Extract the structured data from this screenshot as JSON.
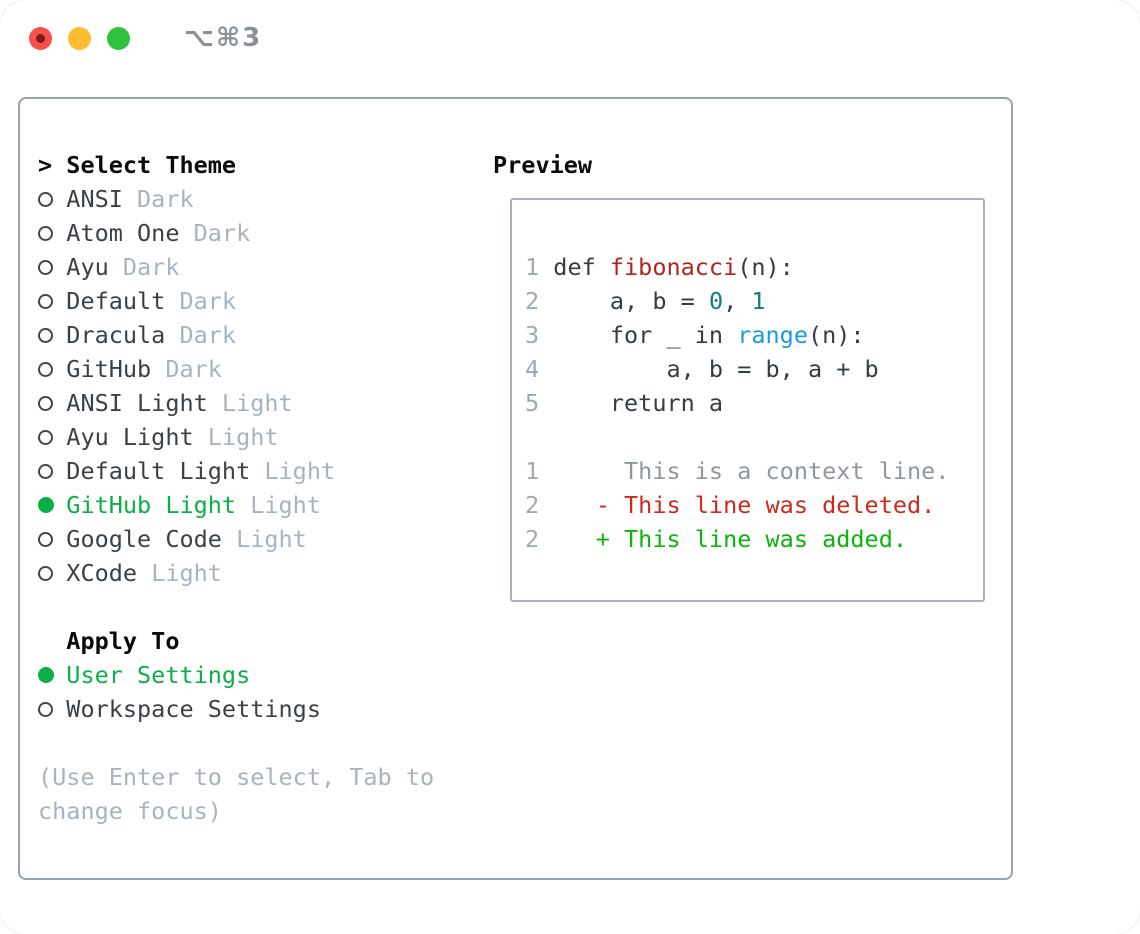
{
  "titlebar": {
    "shortcut": "⌥⌘3"
  },
  "colors": {
    "accent_green": "#0caf45",
    "added_green": "#0ab40a",
    "deleted_red": "#cb2a1c",
    "function_red": "#af241d",
    "builtin_blue": "#1a9cd6",
    "number_teal": "#0f7f7c",
    "code_default": "#353c43",
    "muted_gray": "#a9b3bf",
    "panel_border": "#98a2ac"
  },
  "theme_picker": {
    "prompt": ">",
    "title": "Select Theme",
    "themes": [
      {
        "name": "ANSI",
        "variant": "Dark",
        "selected": false
      },
      {
        "name": "Atom One",
        "variant": "Dark",
        "selected": false
      },
      {
        "name": "Ayu",
        "variant": "Dark",
        "selected": false
      },
      {
        "name": "Default",
        "variant": "Dark",
        "selected": false
      },
      {
        "name": "Dracula",
        "variant": "Dark",
        "selected": false
      },
      {
        "name": "GitHub",
        "variant": "Dark",
        "selected": false
      },
      {
        "name": "ANSI Light",
        "variant": "Light",
        "selected": false
      },
      {
        "name": "Ayu Light",
        "variant": "Light",
        "selected": false
      },
      {
        "name": "Default Light",
        "variant": "Light",
        "selected": false
      },
      {
        "name": "GitHub Light",
        "variant": "Light",
        "selected": true
      },
      {
        "name": "Google Code",
        "variant": "Light",
        "selected": false
      },
      {
        "name": "XCode",
        "variant": "Light",
        "selected": false
      }
    ],
    "apply_to": {
      "title": "Apply To",
      "options": [
        {
          "name": "User Settings",
          "selected": true
        },
        {
          "name": "Workspace Settings",
          "selected": false
        }
      ]
    },
    "hint_lines": [
      "(Use Enter to select, Tab to",
      "change focus)"
    ]
  },
  "preview": {
    "title": "Preview",
    "rows": [
      {
        "num": "1",
        "segments": [
          {
            "t": "def ",
            "c": "code"
          },
          {
            "t": "fibonacci",
            "c": "func"
          },
          {
            "t": "(n):",
            "c": "code"
          }
        ]
      },
      {
        "num": "2",
        "segments": [
          {
            "t": "    a, b = ",
            "c": "code"
          },
          {
            "t": "0",
            "c": "num"
          },
          {
            "t": ", ",
            "c": "code"
          },
          {
            "t": "1",
            "c": "num"
          }
        ]
      },
      {
        "num": "3",
        "segments": [
          {
            "t": "    for _ in ",
            "c": "code"
          },
          {
            "t": "range",
            "c": "builtin"
          },
          {
            "t": "(n):",
            "c": "code"
          }
        ]
      },
      {
        "num": "4",
        "segments": [
          {
            "t": "        a, b = b, a + b",
            "c": "code"
          }
        ]
      },
      {
        "num": "5",
        "segments": [
          {
            "t": "    return a",
            "c": "code"
          }
        ]
      },
      {
        "num": "",
        "segments": []
      },
      {
        "num": "1",
        "segments": [
          {
            "t": "     This is a context line.",
            "c": "context"
          }
        ]
      },
      {
        "num": "2",
        "segments": [
          {
            "t": "   - This line was deleted.",
            "c": "deleted"
          }
        ]
      },
      {
        "num": "2",
        "segments": [
          {
            "t": "   + This line was added.",
            "c": "added"
          }
        ]
      }
    ]
  }
}
